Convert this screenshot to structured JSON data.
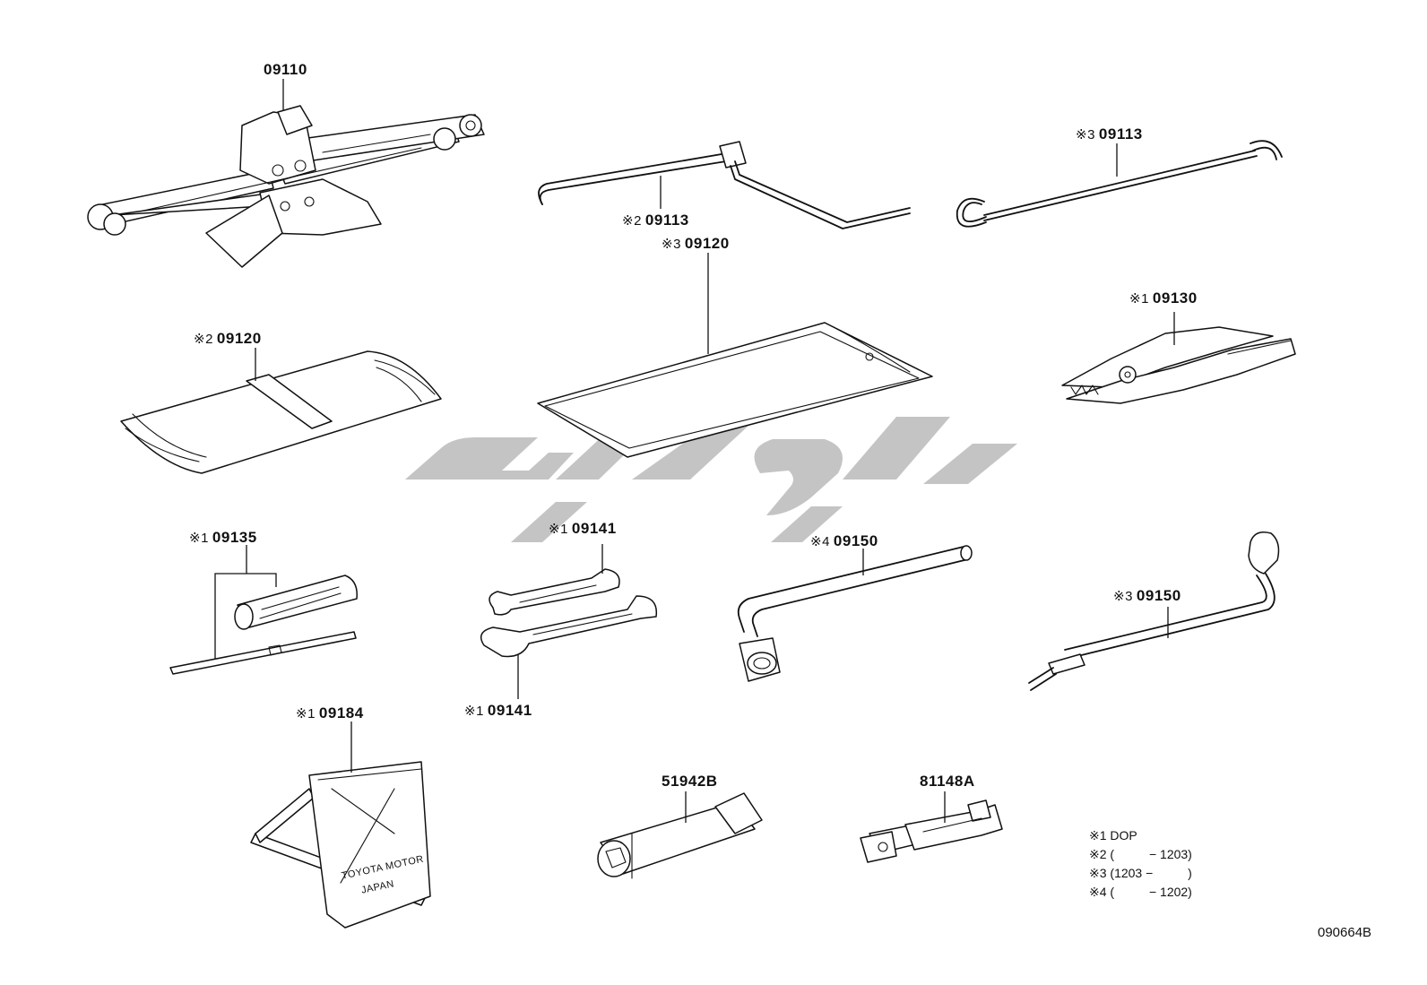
{
  "labels": {
    "jack": {
      "mark": "",
      "code": "09110"
    },
    "jack_handle_a": {
      "mark": "※2",
      "code": "09113"
    },
    "jack_handle_b": {
      "mark": "※3",
      "code": "09113"
    },
    "tool_bag_a": {
      "mark": "※2",
      "code": "09120"
    },
    "tool_bag_b": {
      "mark": "※3",
      "code": "09120"
    },
    "pliers": {
      "mark": "※1",
      "code": "09130"
    },
    "screwdriver": {
      "mark": "※1",
      "code": "09135"
    },
    "wrench_top": {
      "mark": "※1",
      "code": "09141"
    },
    "wrench_bottom": {
      "mark": "※1",
      "code": "09141"
    },
    "lug_wrench_a": {
      "mark": "※4",
      "code": "09150"
    },
    "lug_wrench_b": {
      "mark": "※3",
      "code": "09150"
    },
    "triangle": {
      "mark": "※1",
      "code": "09184"
    },
    "socket": {
      "mark": "",
      "code": "51942B"
    },
    "connector": {
      "mark": "",
      "code": "81148A"
    }
  },
  "triangle_text": {
    "line1": "TOYOTA MOTOR",
    "line2": "JAPAN"
  },
  "legend": [
    "※1 DOP",
    "※2 (          − 1203)",
    "※3 (1203 −          )",
    "※4 (          − 1202)"
  ],
  "diagram_ref": "090664B",
  "watermark_color": "#c4c4c4"
}
